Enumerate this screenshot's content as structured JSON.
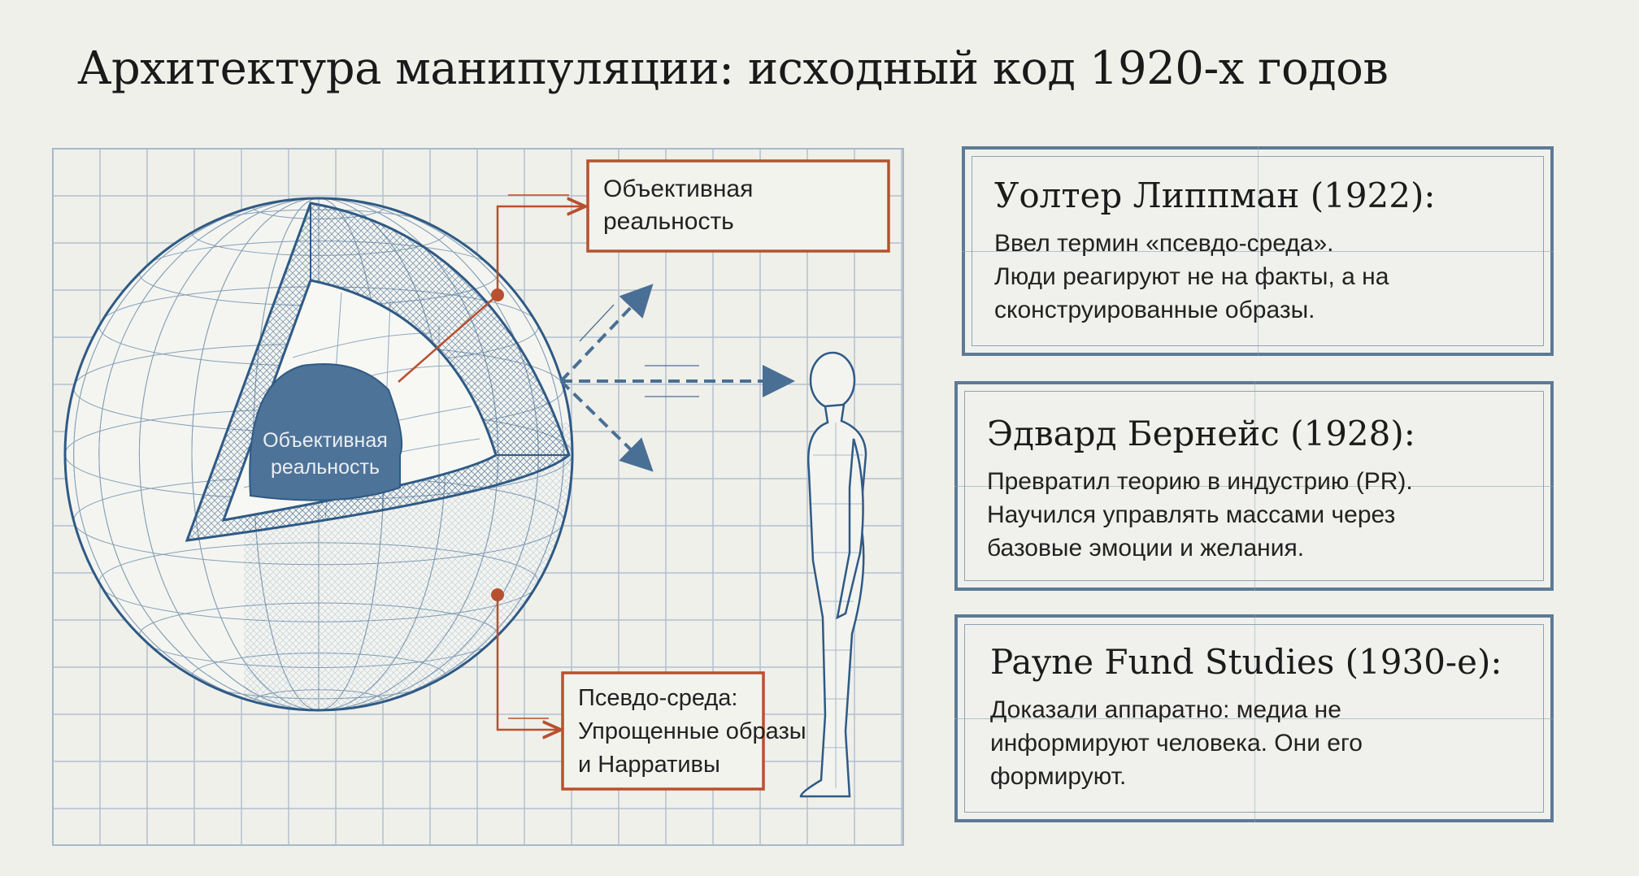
{
  "title": "Архитектура манипуляции: исходный код 1920-х годов",
  "diagram": {
    "core_label_line1": "Объективная",
    "core_label_line2": "реальность",
    "top_callout_line1": "Объективная",
    "top_callout_line2": "реальность",
    "bottom_callout_line1": "Псевдо-среда:",
    "bottom_callout_line2": "Упрощенные образы",
    "bottom_callout_line3": "и Нарративы",
    "colors": {
      "blue": "#2f5a85",
      "core": "#4e7398",
      "orange": "#b8502f",
      "grid": "#a9b8c8"
    }
  },
  "cards": [
    {
      "heading": "Уолтер Липпман (1922):",
      "lines": [
        "Ввел термин «псевдо-среда».",
        "Люди реагируют не на факты, а на",
        "сконструированные образы."
      ]
    },
    {
      "heading": "Эдвард Бернейс (1928):",
      "lines": [
        "Превратил теорию в индустрию (PR).",
        "Научился управлять массами через",
        "базовые эмоции и желания."
      ]
    },
    {
      "heading": "Payne Fund Studies (1930-е):",
      "lines": [
        "Доказали аппаратно: медиа не",
        "информируют человека. Они его",
        "формируют."
      ]
    }
  ]
}
